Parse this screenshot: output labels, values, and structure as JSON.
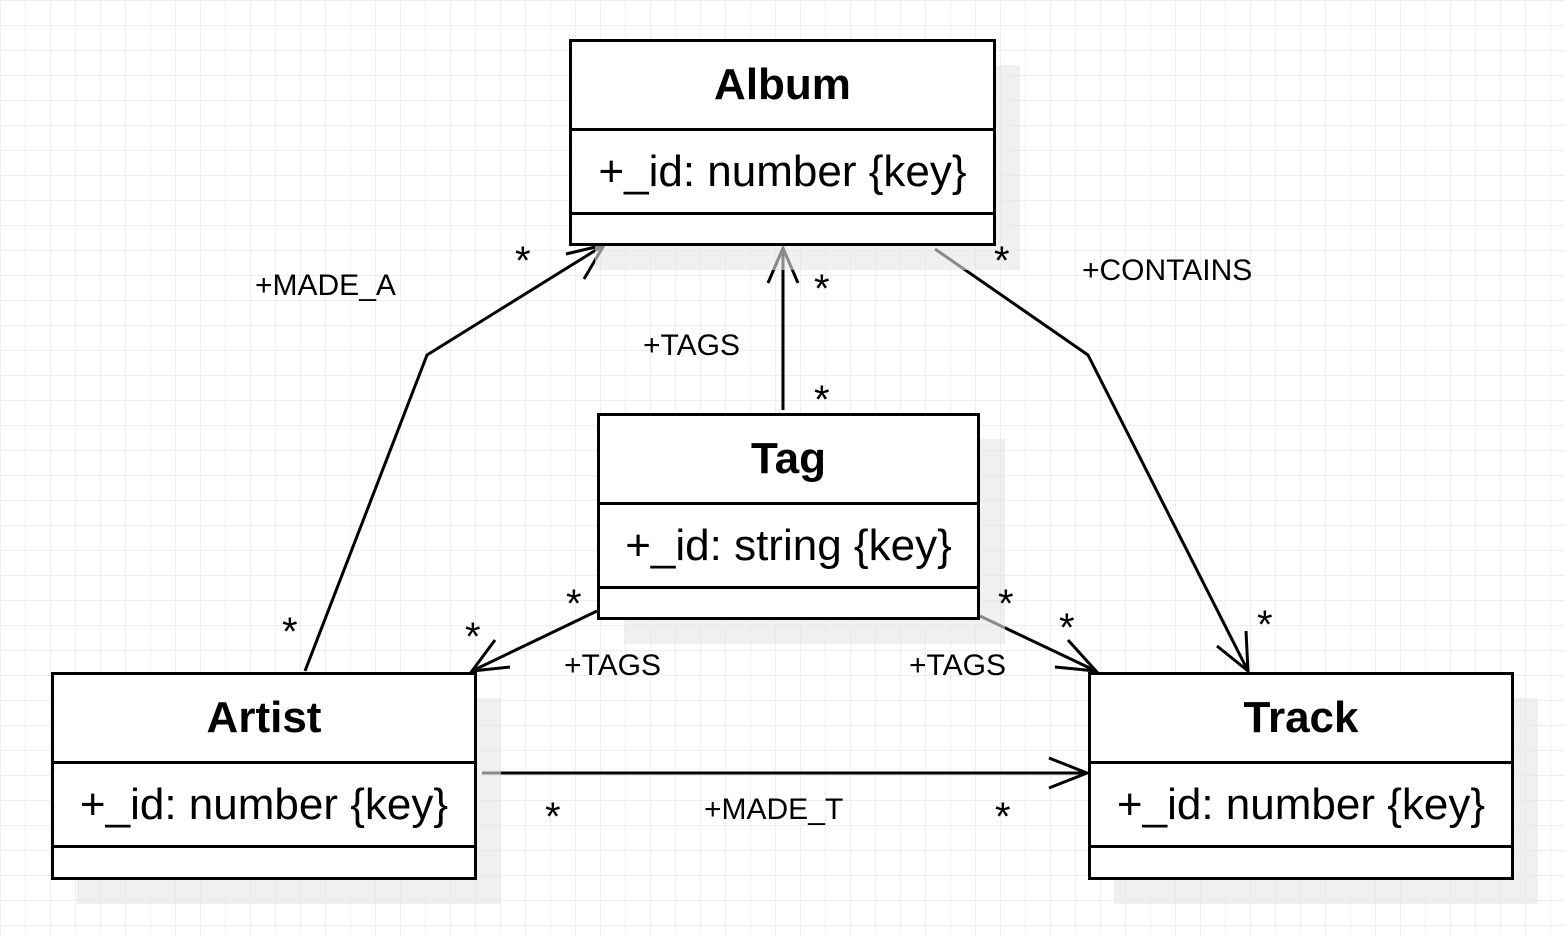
{
  "colors": {
    "line": "#000000",
    "background": "#ffffff",
    "grid": "#eeeeee"
  },
  "classes": {
    "album": {
      "name": "Album",
      "attribute": "+_id: number {key}"
    },
    "tag": {
      "name": "Tag",
      "attribute": "+_id: string {key}"
    },
    "artist": {
      "name": "Artist",
      "attribute": "+_id: number {key}"
    },
    "track": {
      "name": "Track",
      "attribute": "+_id: number {key}"
    }
  },
  "relations": {
    "made_a": {
      "label": "+MADE_A",
      "source_mult": "*",
      "target_mult": "*"
    },
    "contains": {
      "label": "+CONTAINS",
      "source_mult": "*",
      "target_mult": "*"
    },
    "tags_album": {
      "label": "+TAGS",
      "source_mult": "*",
      "target_mult": "*"
    },
    "tags_artist": {
      "label": "+TAGS",
      "source_mult": "*",
      "target_mult": "*"
    },
    "tags_track": {
      "label": "+TAGS",
      "source_mult": "*",
      "target_mult": "*"
    },
    "made_t": {
      "label": "+MADE_T",
      "source_mult": "*",
      "target_mult": "*"
    }
  }
}
